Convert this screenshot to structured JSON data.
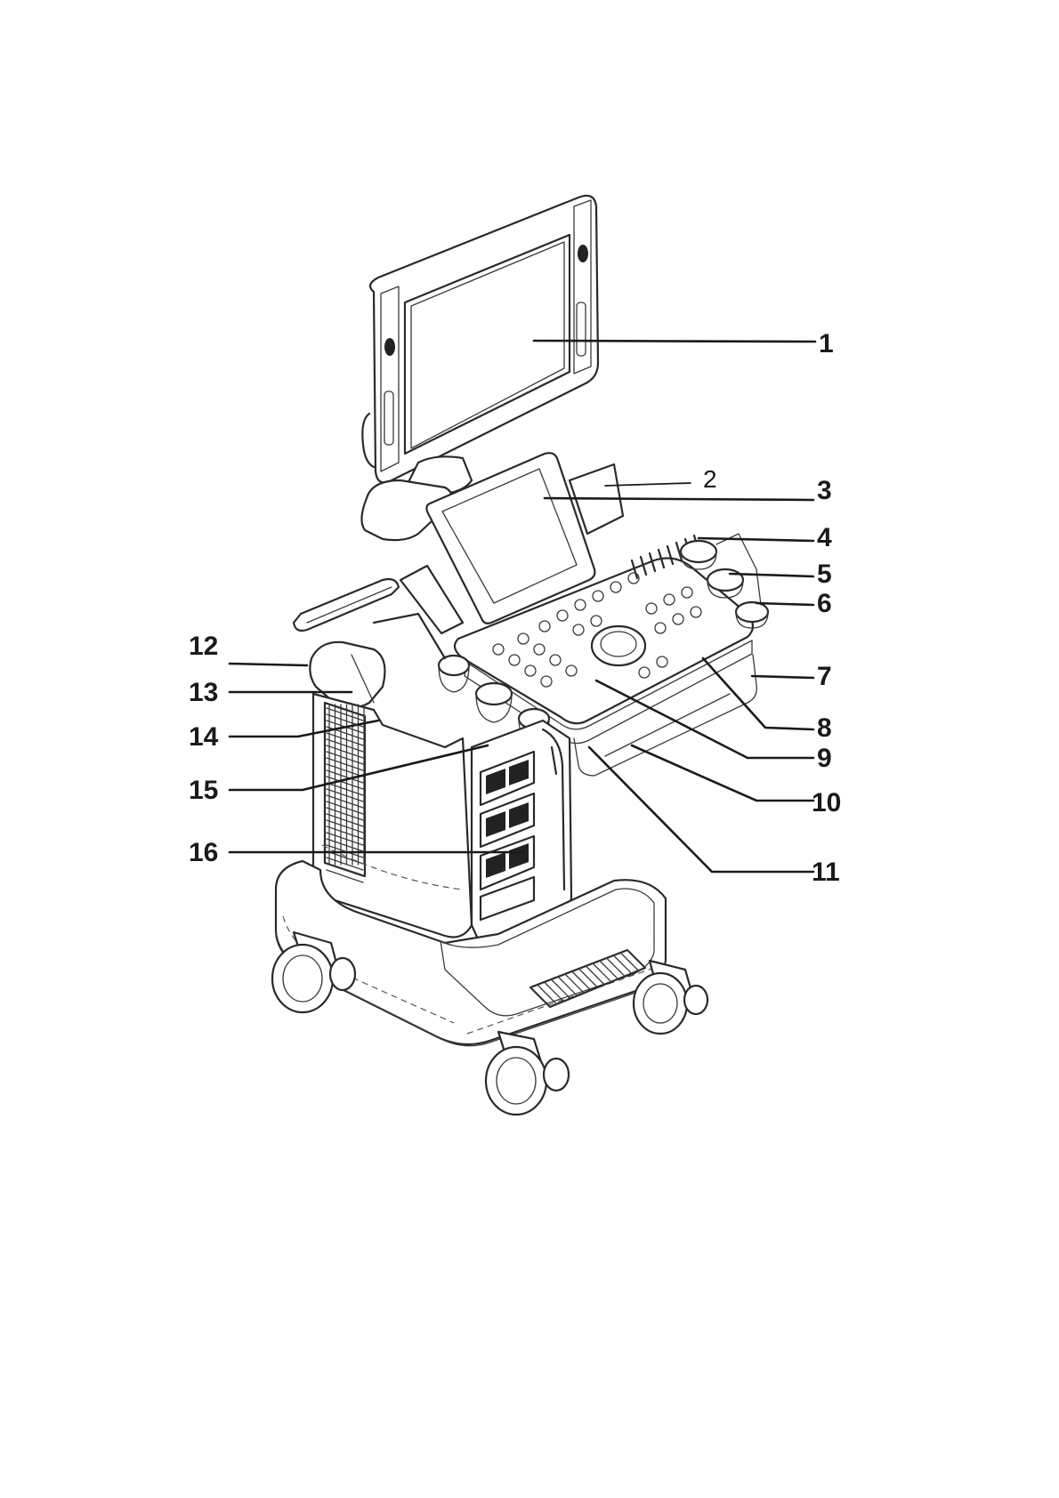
{
  "callouts": [
    {
      "id": "1",
      "label": "1"
    },
    {
      "id": "2",
      "label": "2"
    },
    {
      "id": "3",
      "label": "3"
    },
    {
      "id": "4",
      "label": "4"
    },
    {
      "id": "5",
      "label": "5"
    },
    {
      "id": "6",
      "label": "6"
    },
    {
      "id": "7",
      "label": "7"
    },
    {
      "id": "8",
      "label": "8"
    },
    {
      "id": "9",
      "label": "9"
    },
    {
      "id": "10",
      "label": "10"
    },
    {
      "id": "11",
      "label": "11"
    },
    {
      "id": "12",
      "label": "12"
    },
    {
      "id": "13",
      "label": "13"
    },
    {
      "id": "14",
      "label": "14"
    },
    {
      "id": "15",
      "label": "15"
    },
    {
      "id": "16",
      "label": "16"
    }
  ],
  "colors": {
    "ink": "#2a2a2a",
    "background": "#ffffff"
  }
}
